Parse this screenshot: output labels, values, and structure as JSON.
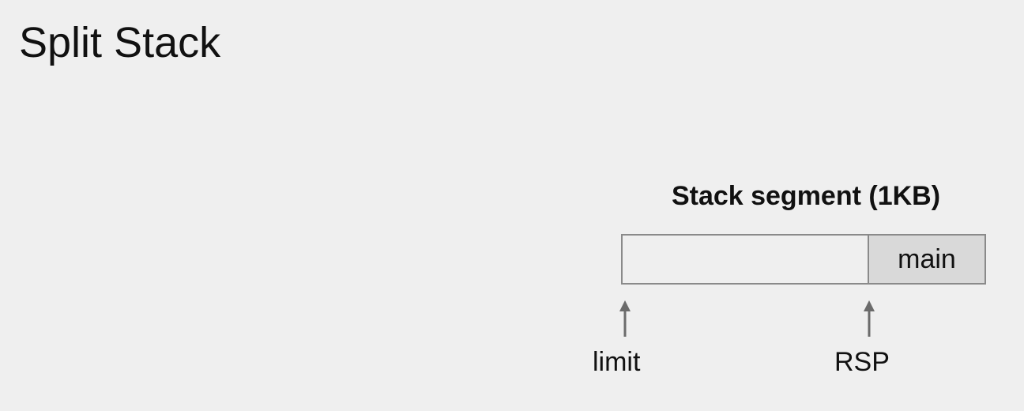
{
  "slide": {
    "title": "Split Stack"
  },
  "diagram": {
    "segment_heading": "Stack segment (1KB)",
    "frames": [
      {
        "label": "main"
      }
    ],
    "pointers": [
      {
        "label": "limit"
      },
      {
        "label": "RSP"
      }
    ],
    "colors": {
      "background": "#efefef",
      "frame_fill": "#d9d9d9",
      "outline": "#8a8a8a",
      "arrow": "#6b6b6b",
      "text": "#111111"
    }
  }
}
